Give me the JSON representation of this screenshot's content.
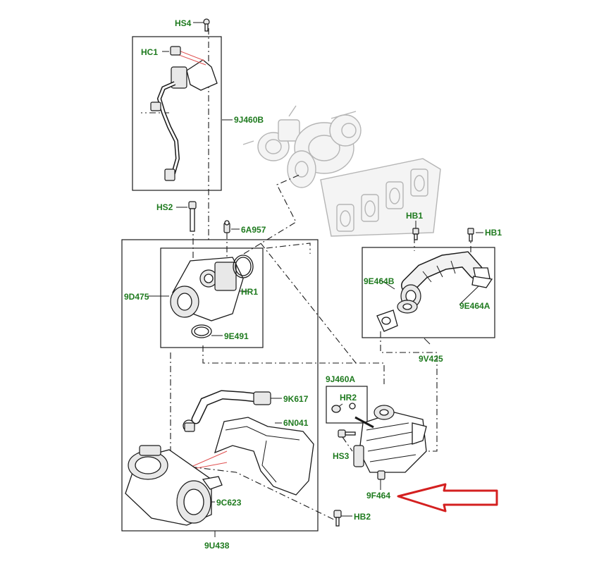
{
  "colors": {
    "label": "#1e7a1e",
    "arrow": "#d42020",
    "line": "#1a1a1a",
    "ghost": "#b5b5b5"
  },
  "labels": {
    "hs4": "HS4",
    "hc1": "HC1",
    "j460b": "9J460B",
    "hs2": "HS2",
    "a957": "6A957",
    "d475": "9D475",
    "hr1": "HR1",
    "e491": "9E491",
    "hb1_top": "HB1",
    "hb1_right": "HB1",
    "e464b": "9E464B",
    "e464a": "9E464A",
    "v425": "9V425",
    "j460a": "9J460A",
    "hr2": "HR2",
    "k617": "9K617",
    "n041": "6N041",
    "hs3": "HS3",
    "f464": "9F464",
    "c623": "9C623",
    "hb2": "HB2",
    "u438": "9U438"
  },
  "icons": {
    "pointer": "red-outline-arrow-icon"
  }
}
